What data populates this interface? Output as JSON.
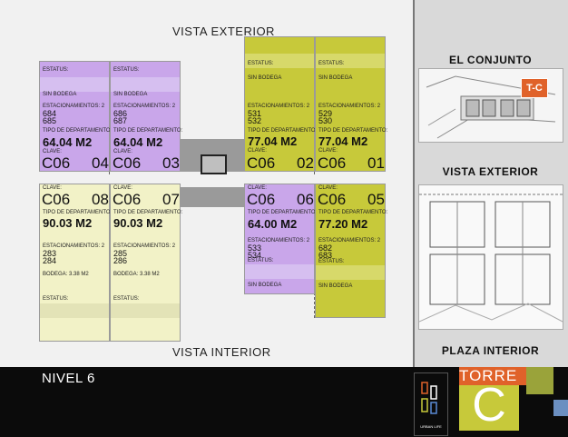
{
  "labels": {
    "vista_exterior": "VISTA EXTERIOR",
    "vista_interior": "VISTA INTERIOR"
  },
  "sidebar": {
    "el_conjunto": "EL CONJUNTO",
    "vista_exterior": "VISTA EXTERIOR",
    "plaza_interior": "PLAZA INTERIOR",
    "tower_badge": "T-C"
  },
  "footer": {
    "nivel": "NIVEL 6",
    "logo_text": "URBAN LIFE",
    "torre_label": "TORRE",
    "torre_letter": "C"
  },
  "units": {
    "u04": {
      "estatus": "ESTATUS:",
      "bodega": "SIN BODEGA",
      "estac": "ESTACIONAMIENTOS: 2",
      "e1": "684",
      "e2": "685",
      "tipo": "TIPO DE DEPARTAMENTO:",
      "area": "64.04 M2",
      "clave": "CLAVE:",
      "code": "C06",
      "num": "04"
    },
    "u03": {
      "estatus": "ESTATUS:",
      "bodega": "SIN BODEGA",
      "estac": "ESTACIONAMIENTOS: 2",
      "e1": "686",
      "e2": "687",
      "tipo": "TIPO DE DEPARTAMENTO:",
      "area": "64.04 M2",
      "clave": "CLAVE:",
      "code": "C06",
      "num": "03"
    },
    "u02": {
      "estatus": "ESTATUS:",
      "bodega": "SIN BODEGA",
      "estac": "ESTACIONAMIENTOS: 2",
      "e1": "531",
      "e2": "532",
      "tipo": "TIPO DE DEPARTAMENTO:",
      "area": "77.04 M2",
      "clave": "CLAVE:",
      "code": "C06",
      "num": "02"
    },
    "u01": {
      "estatus": "ESTATUS:",
      "bodega": "SIN BODEGA",
      "estac": "ESTACIONAMIENTOS: 2",
      "e1": "529",
      "e2": "530",
      "tipo": "TIPO DE DEPARTAMENTO:",
      "area": "77.04 M2",
      "clave": "CLAVE:",
      "code": "C06",
      "num": "01"
    },
    "u08": {
      "clave": "CLAVE:",
      "code": "C06",
      "num": "08",
      "tipo": "TIPO DE DEPARTAMENTO:",
      "area": "90.03 M2",
      "estac": "ESTACIONAMIENTOS: 2",
      "e1": "283",
      "e2": "284",
      "bodega": "BODEGA: 3.38 M2",
      "estatus": "ESTATUS:"
    },
    "u07": {
      "clave": "CLAVE:",
      "code": "C06",
      "num": "07",
      "tipo": "TIPO DE DEPARTAMENTO:",
      "area": "90.03 M2",
      "estac": "ESTACIONAMIENTOS: 2",
      "e1": "285",
      "e2": "286",
      "bodega": "BODEGA: 3.38 M2",
      "estatus": "ESTATUS:"
    },
    "u06": {
      "clave": "CLAVE:",
      "code": "C06",
      "num": "06",
      "tipo": "TIPO DE DEPARTAMENTO:",
      "area": "64.00 M2",
      "estac": "ESTACIONAMIENTOS: 2",
      "e1": "533",
      "e2": "534",
      "estatus": "ESTATUS:",
      "bodega": "SIN BODEGA"
    },
    "u05": {
      "clave": "CLAVE:",
      "code": "C06",
      "num": "05",
      "tipo": "TIPO DE DEPARTAMENTO:",
      "area": "77.20 M2",
      "estac": "ESTACIONAMIENTOS: 2",
      "e1": "682",
      "e2": "683",
      "estatus": "ESTATUS:",
      "bodega": "SIN BODEGA"
    }
  },
  "colors": {
    "purple": "#c9a6ea",
    "pale_yellow": "#f2f2c7",
    "olive": "#c7c93a",
    "accent_orange": "#e0622a",
    "accent_green": "#9aa33a",
    "dark": "#0b0b0b"
  }
}
